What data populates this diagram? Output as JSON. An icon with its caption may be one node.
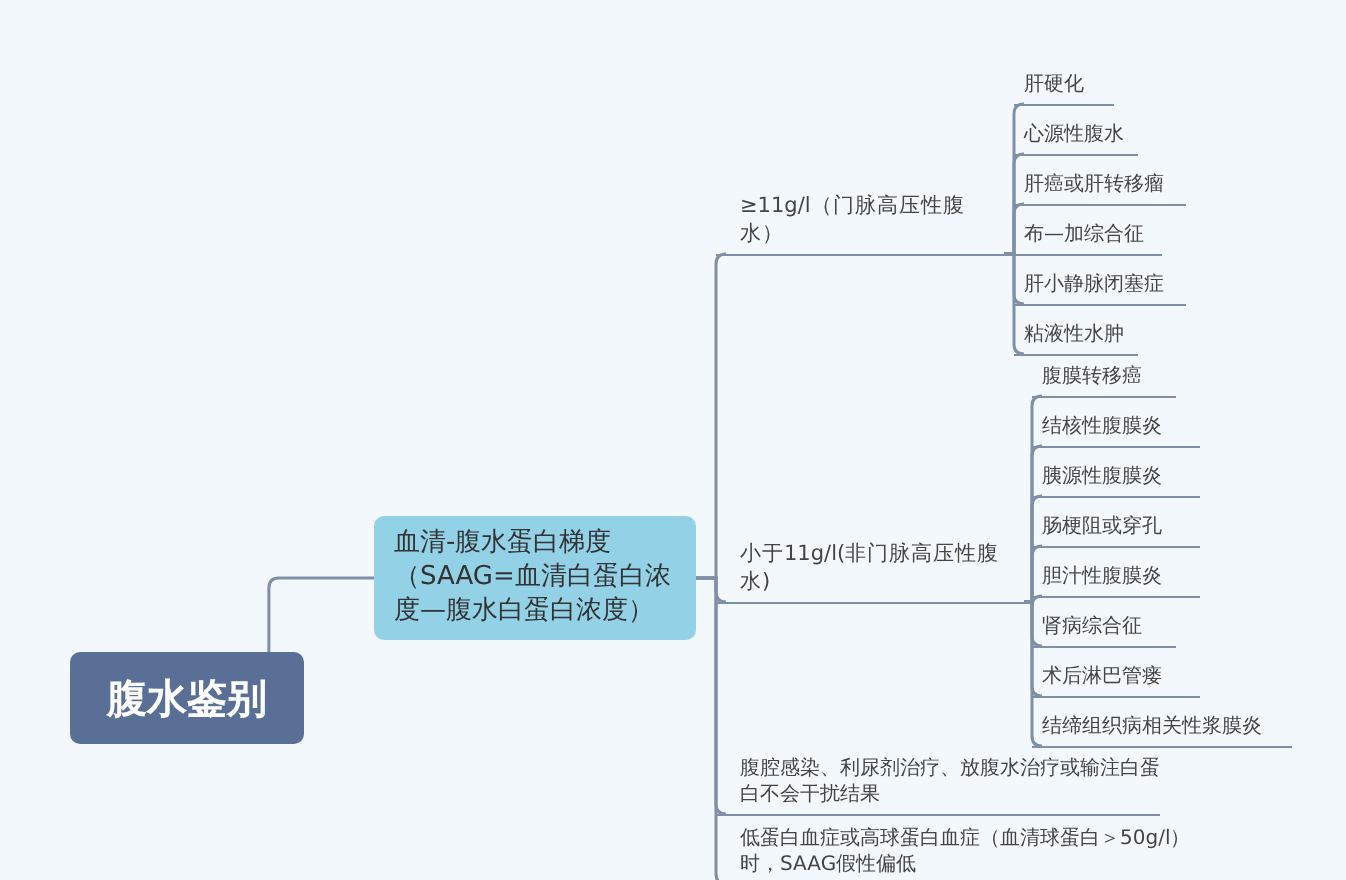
{
  "diagram": {
    "nodes": [
      {
        "text": [
          "腹水鉴别"
        ]
      },
      {
        "text": [
          "血清-腹水蛋白梯度（SAAG=血清白蛋白浓度—腹水白蛋白浓度）"
        ]
      },
      {
        "text": [
          "≥11g/l（门脉高压性腹水）"
        ]
      },
      {
        "text": [
          "肝硬化"
        ]
      },
      {
        "text": [
          "心源性腹水"
        ]
      },
      {
        "text": [
          "肝癌或肝转移瘤"
        ]
      },
      {
        "text": [
          "布—加综合征"
        ]
      },
      {
        "text": [
          "肝小静脉闭塞症"
        ]
      },
      {
        "text": [
          "粘液性水肿"
        ]
      },
      {
        "text": [
          "小于11g/l(非门脉高压性腹水)"
        ]
      },
      {
        "text": [
          "腹膜转移癌"
        ]
      },
      {
        "text": [
          "结核性腹膜炎"
        ]
      },
      {
        "text": [
          "胰源性腹膜炎"
        ]
      },
      {
        "text": [
          "肠梗阻或穿孔"
        ]
      },
      {
        "text": [
          "胆汁性腹膜炎"
        ]
      },
      {
        "text": [
          "肾病综合征"
        ]
      },
      {
        "text": [
          "术后淋巴管瘘"
        ]
      },
      {
        "text": [
          "结缔组织病相关性浆膜炎"
        ]
      },
      {
        "text": [
          "腹腔感染、利尿剂治疗、放腹水治疗或输注白蛋白不会干扰结果"
        ]
      },
      {
        "text": [
          "低蛋白血症或高球蛋白血症（血清球蛋白＞50g/l）时，SAAG假性偏低"
        ]
      }
    ],
    "edges": [
      {
        "from": 0,
        "to": 1,
        "arrow": "none"
      },
      {
        "from": 1,
        "to": 2,
        "arrow": "none"
      },
      {
        "from": 2,
        "to": 3,
        "arrow": "none"
      },
      {
        "from": 2,
        "to": 4,
        "arrow": "none"
      },
      {
        "from": 2,
        "to": 5,
        "arrow": "none"
      },
      {
        "from": 2,
        "to": 6,
        "arrow": "none"
      },
      {
        "from": 2,
        "to": 7,
        "arrow": "none"
      },
      {
        "from": 2,
        "to": 8,
        "arrow": "none"
      },
      {
        "from": 1,
        "to": 9,
        "arrow": "none"
      },
      {
        "from": 9,
        "to": 10,
        "arrow": "none"
      },
      {
        "from": 9,
        "to": 11,
        "arrow": "none"
      },
      {
        "from": 9,
        "to": 12,
        "arrow": "none"
      },
      {
        "from": 9,
        "to": 13,
        "arrow": "none"
      },
      {
        "from": 9,
        "to": 14,
        "arrow": "none"
      },
      {
        "from": 9,
        "to": 15,
        "arrow": "none"
      },
      {
        "from": 9,
        "to": 16,
        "arrow": "none"
      },
      {
        "from": 9,
        "to": 17,
        "arrow": "none"
      },
      {
        "from": 1,
        "to": 18,
        "arrow": "none"
      },
      {
        "from": 1,
        "to": 19,
        "arrow": "none"
      }
    ]
  }
}
